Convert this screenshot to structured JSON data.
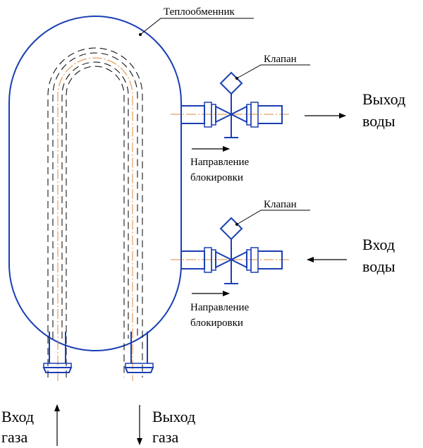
{
  "labels": {
    "heat_exchanger": "Теплообменник",
    "valve_top": "Клапан",
    "valve_bottom": "Клапан",
    "lock_dir_top_1": "Направление",
    "lock_dir_top_2": "блокировки",
    "lock_dir_bottom_1": "Направление",
    "lock_dir_bottom_2": "блокировки",
    "water_out_1": "Выход",
    "water_out_2": "воды",
    "water_in_1": "Вход",
    "water_in_2": "воды",
    "gas_in_1": "Вход",
    "gas_in_2": "газа",
    "gas_out_1": "Выход",
    "gas_out_2": "газа"
  },
  "colors": {
    "outline": "#1a3fb4",
    "axis": "#e08a3c",
    "text": "#000000"
  }
}
